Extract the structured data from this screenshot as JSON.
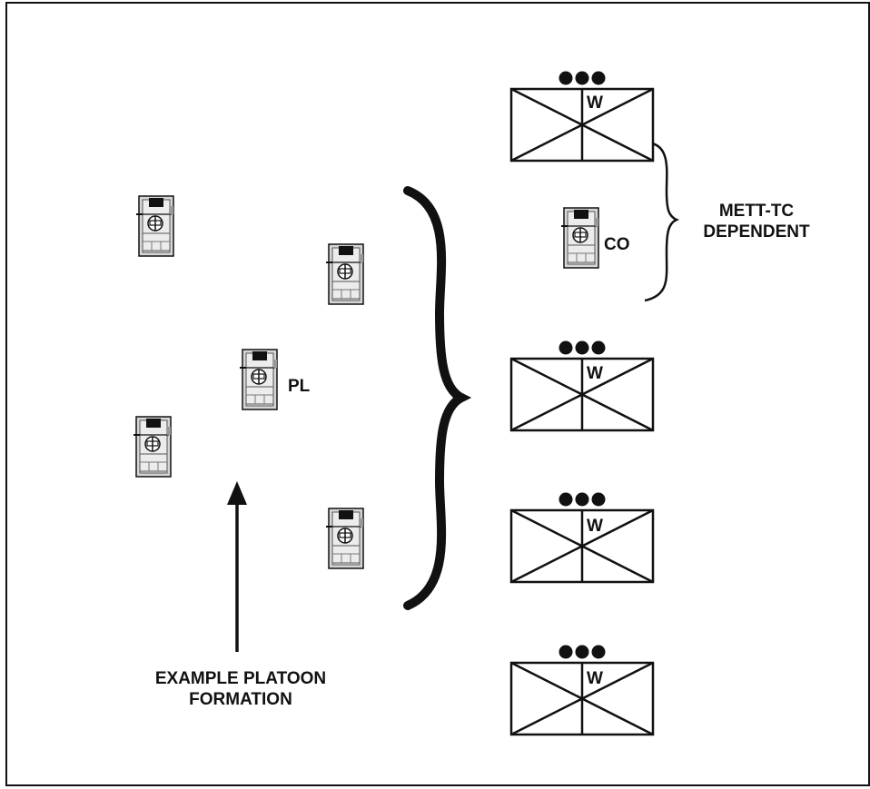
{
  "labels": {
    "platoon_leader": "PL",
    "company_commander": "CO",
    "mett_tc_line1": "METT-TC",
    "mett_tc_line2": "DEPENDENT",
    "example_line1": "EXAMPLE PLATOON",
    "example_line2": "FORMATION"
  },
  "unit_symbols": [
    {
      "designator": "W",
      "size_indicator": "●●●"
    },
    {
      "designator": "W",
      "size_indicator": "●●●"
    },
    {
      "designator": "W",
      "size_indicator": "●●●"
    },
    {
      "designator": "W",
      "size_indicator": "●●●"
    }
  ],
  "vehicle_icon": "armored-vehicle-icon",
  "colors": {
    "ink": "#111111",
    "vehicle_fill": "#d9d9d9",
    "background": "#ffffff"
  }
}
